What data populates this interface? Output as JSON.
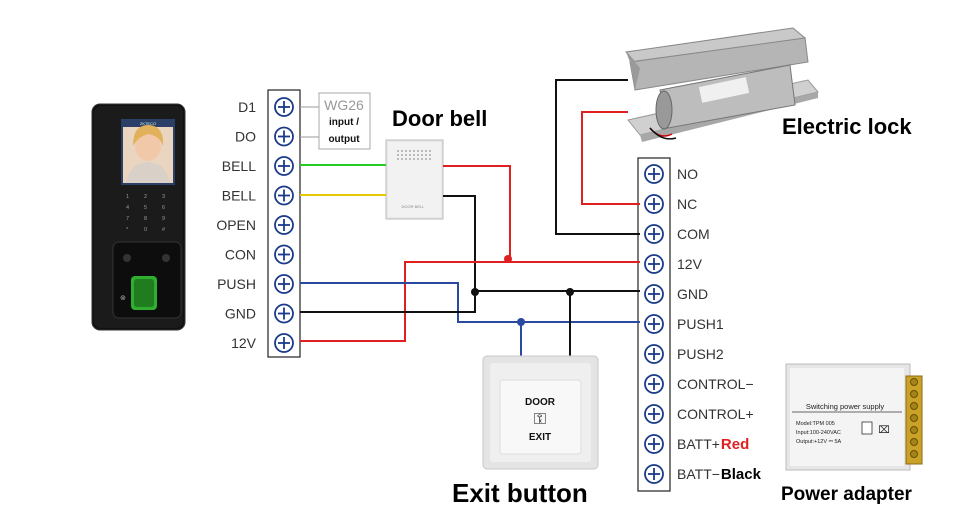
{
  "device": {
    "screen_header": "ZKTECO",
    "keypad": [
      "1",
      "2",
      "3",
      "4",
      "5",
      "6",
      "7",
      "8",
      "9",
      "*",
      "0",
      "#"
    ]
  },
  "left_terminals": [
    {
      "label": "D1"
    },
    {
      "label": "DO"
    },
    {
      "label": "BELL"
    },
    {
      "label": "BELL"
    },
    {
      "label": "OPEN"
    },
    {
      "label": "CON"
    },
    {
      "label": "PUSH"
    },
    {
      "label": "GND"
    },
    {
      "label": "12V"
    }
  ],
  "wiegand_box": {
    "line1": "WG26",
    "line2": "input /",
    "line3": "output"
  },
  "door_bell": {
    "label": "Door bell",
    "face_text": "DOOR BELL"
  },
  "electric_lock": {
    "label": "Electric lock"
  },
  "right_terminals": [
    {
      "label": "NO",
      "suffix": ""
    },
    {
      "label": "NC",
      "suffix": ""
    },
    {
      "label": "COM",
      "suffix": ""
    },
    {
      "label": "12V",
      "suffix": ""
    },
    {
      "label": "GND",
      "suffix": ""
    },
    {
      "label": "PUSH1",
      "suffix": ""
    },
    {
      "label": "PUSH2",
      "suffix": ""
    },
    {
      "label": "CONTROL−",
      "suffix": ""
    },
    {
      "label": "CONTROL+",
      "suffix": ""
    },
    {
      "label": "BATT+",
      "suffix": "Red"
    },
    {
      "label": "BATT−",
      "suffix": "Black"
    }
  ],
  "exit_button": {
    "label": "Exit button",
    "face_line1": "DOOR",
    "face_line2": "EXIT"
  },
  "power_adapter": {
    "label": "Power adapter",
    "title": "Switching power supply",
    "model": "Model:TPM 005",
    "input": "Input:100-240VAC",
    "output": "Output:+12V ⎓ 5A"
  },
  "colors": {
    "green_wire": "#22cc22",
    "yellow_wire": "#e6c800",
    "red_wire": "#e02020",
    "blue_wire": "#2a4aa0",
    "black_wire": "#111111",
    "terminal_ring": "#1a3a8a",
    "batt_red_text": "#e02020"
  }
}
